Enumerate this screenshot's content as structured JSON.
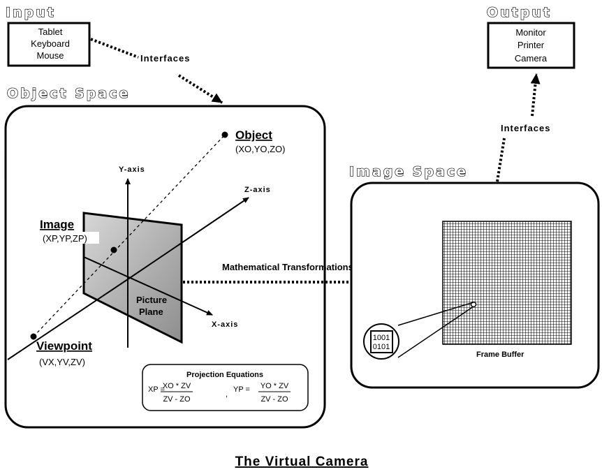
{
  "headings": {
    "input": "Input",
    "output": "Output",
    "object_space": "Object   Space",
    "image_space": "Image   Space"
  },
  "input_devices": [
    "Tablet",
    "Keyboard",
    "Mouse"
  ],
  "output_devices": [
    "Monitor",
    "Printer",
    "Camera"
  ],
  "interfaces_label": "Interfaces",
  "object_space": {
    "object_label": "Object",
    "object_coords": "(XO,YO,ZO)",
    "image_label": "Image",
    "image_coords": "(XP,YP,ZP)",
    "viewpoint_label": "Viewpoint",
    "viewpoint_coords": "(VX,YV,ZV)",
    "y_axis": "Y-axis",
    "z_axis": "Z-axis",
    "x_axis": "X-axis",
    "picture_plane_line1": "Picture",
    "picture_plane_line2": "Plane"
  },
  "equations": {
    "heading": "Projection   Equations",
    "xp_lhs": "XP =",
    "xp_num": "XO * ZV",
    "xp_den": "ZV - ZO",
    "separator": ",",
    "yp_lhs": "YP =",
    "yp_num": "YO * ZV",
    "yp_den": "ZV - ZO"
  },
  "transform_label": "Mathematical   Transformations",
  "image_space": {
    "bits_row1": "1001",
    "bits_row2": "0101",
    "frame_buffer_label": "Frame   Buffer"
  },
  "title": "The  Virtual  Camera"
}
